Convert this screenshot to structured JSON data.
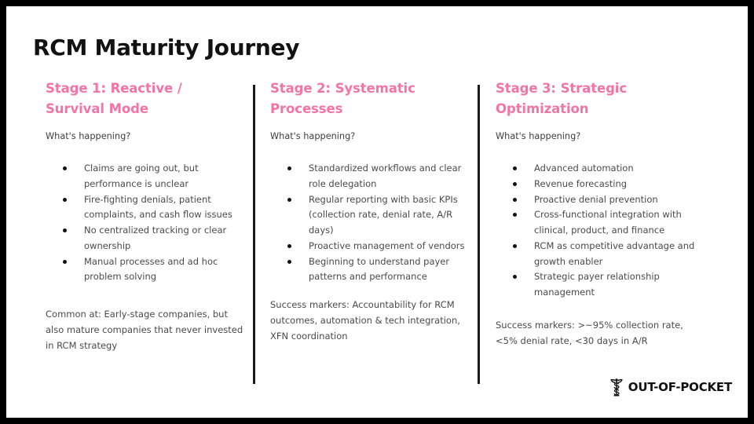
{
  "slide": {
    "title": "RCM Maturity Journey",
    "background_color": "#ffffff",
    "frame_color": "#000000",
    "accent_color": "#f474a5",
    "body_text_color": "#4a4a4a"
  },
  "columns": [
    {
      "stage_title": "Stage 1: Reactive / Survival Mode",
      "subheading": "What's happening?",
      "bullets": [
        "Claims are going out, but performance is unclear",
        "Fire-fighting denials, patient complaints, and cash flow issues",
        "No centralized tracking or clear ownership",
        "Manual processes and ad hoc problem solving"
      ],
      "footnote": "Common at: Early-stage companies, but also mature companies that never invested in RCM strategy"
    },
    {
      "stage_title": "Stage 2: Systematic Processes",
      "subheading": "What's happening?",
      "bullets": [
        "Standardized workflows and clear role delegation",
        "Regular reporting with basic KPIs (collection rate, denial rate, A/R days)",
        "Proactive management of vendors",
        "Beginning to understand payer patterns and performance"
      ],
      "footnote": "Success markers: Accountability for RCM outcomes, automation & tech integration, XFN coordination"
    },
    {
      "stage_title": "Stage 3: Strategic Optimization",
      "subheading": "What's happening?",
      "bullets": [
        "Advanced automation",
        "Revenue forecasting",
        "Proactive denial prevention",
        "Cross-functional integration with clinical, product, and finance",
        "RCM as competitive advantage and growth enabler",
        "Strategic payer relationship management"
      ],
      "footnote": "Success markers: >~95% collection rate, <5% denial rate, <30 days in A/R"
    }
  ],
  "logo": {
    "wordmark": "OUT-OF-POCKET",
    "icon": "caduceus-icon"
  }
}
